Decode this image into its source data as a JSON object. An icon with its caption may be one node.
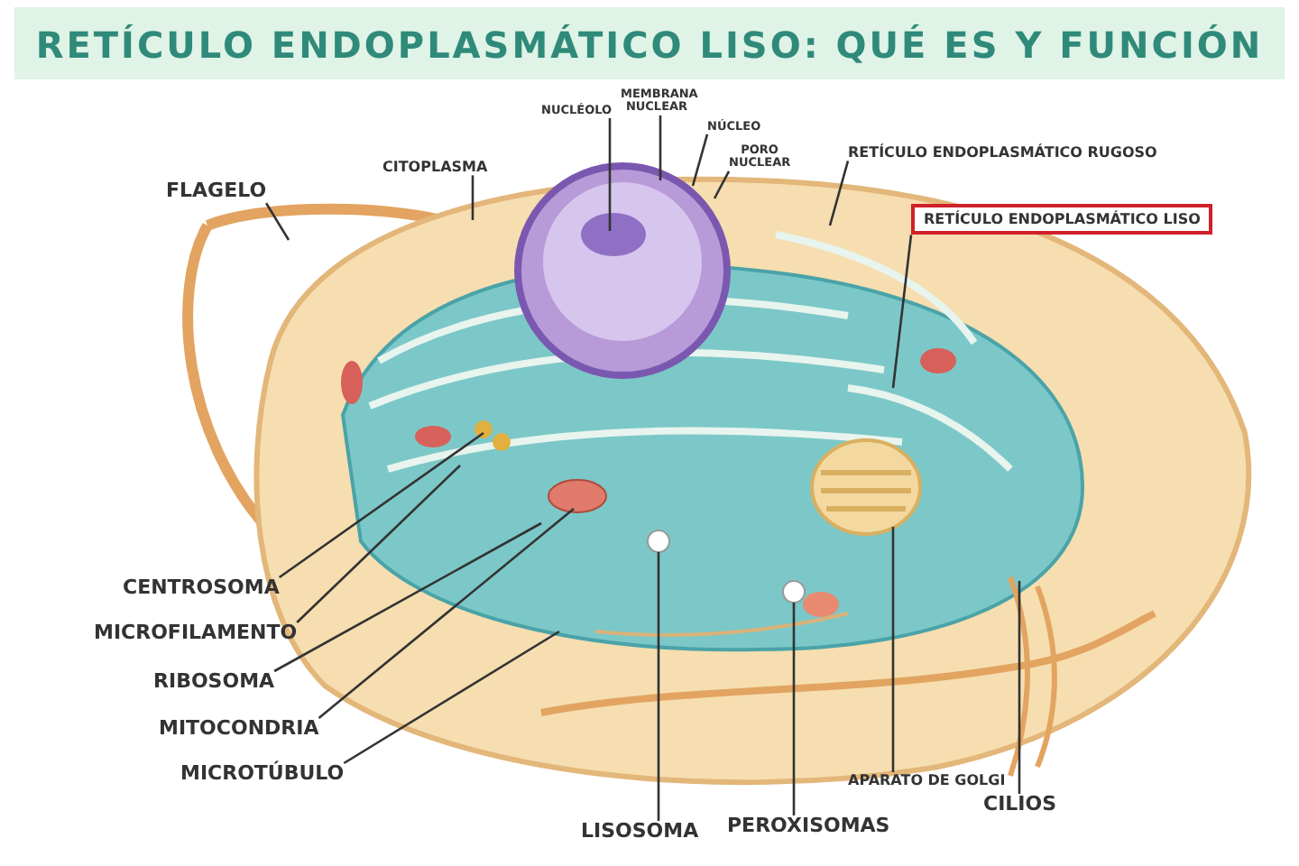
{
  "diagram": {
    "title": "RETÍCULO ENDOPLASMÁTICO LISO: QUÉ ES Y FUNCIÓN",
    "nodes": [
      {
        "text": [
          "FLAGELO"
        ]
      },
      {
        "text": [
          "CITOPLASMA"
        ]
      },
      {
        "text": [
          "NUCLÉOLO"
        ]
      },
      {
        "text": [
          "MEMBRANA NUCLEAR"
        ]
      },
      {
        "text": [
          "NÚCLEO"
        ]
      },
      {
        "text": [
          "PORO NUCLEAR"
        ]
      },
      {
        "text": [
          "RETÍCULO ENDOPLASMÁTICO RUGOSO"
        ]
      },
      {
        "text": [
          "RETÍCULO ENDOPLASMÁTICO LISO"
        ]
      },
      {
        "text": [
          "CENTROSOMA"
        ]
      },
      {
        "text": [
          "MICROFILAMENTO"
        ]
      },
      {
        "text": [
          "RIBOSOMA"
        ]
      },
      {
        "text": [
          "MITOCONDRIA"
        ]
      },
      {
        "text": [
          "MICROTÚBULO"
        ]
      },
      {
        "text": [
          "LISOSOMA"
        ]
      },
      {
        "text": [
          "PEROXISOMAS"
        ]
      },
      {
        "text": [
          "APARATO DE GOLGI"
        ]
      },
      {
        "text": [
          "CILIOS"
        ]
      }
    ],
    "edges": [
      {
        "from": 0,
        "to": null,
        "arrow": "none"
      },
      {
        "from": 1,
        "to": null,
        "arrow": "none"
      },
      {
        "from": 2,
        "to": null,
        "arrow": "none"
      },
      {
        "from": 3,
        "to": null,
        "arrow": "none"
      },
      {
        "from": 4,
        "to": null,
        "arrow": "none"
      },
      {
        "from": 5,
        "to": null,
        "arrow": "none"
      },
      {
        "from": 6,
        "to": null,
        "arrow": "none"
      },
      {
        "from": 7,
        "to": null,
        "arrow": "none"
      },
      {
        "from": 8,
        "to": null,
        "arrow": "none"
      },
      {
        "from": 9,
        "to": null,
        "arrow": "none"
      },
      {
        "from": 10,
        "to": null,
        "arrow": "none"
      },
      {
        "from": 11,
        "to": null,
        "arrow": "none"
      },
      {
        "from": 12,
        "to": null,
        "arrow": "none"
      },
      {
        "from": 13,
        "to": null,
        "arrow": "none"
      },
      {
        "from": 14,
        "to": null,
        "arrow": "none"
      },
      {
        "from": 15,
        "to": null,
        "arrow": "none"
      },
      {
        "from": 16,
        "to": null,
        "arrow": "none"
      }
    ]
  }
}
